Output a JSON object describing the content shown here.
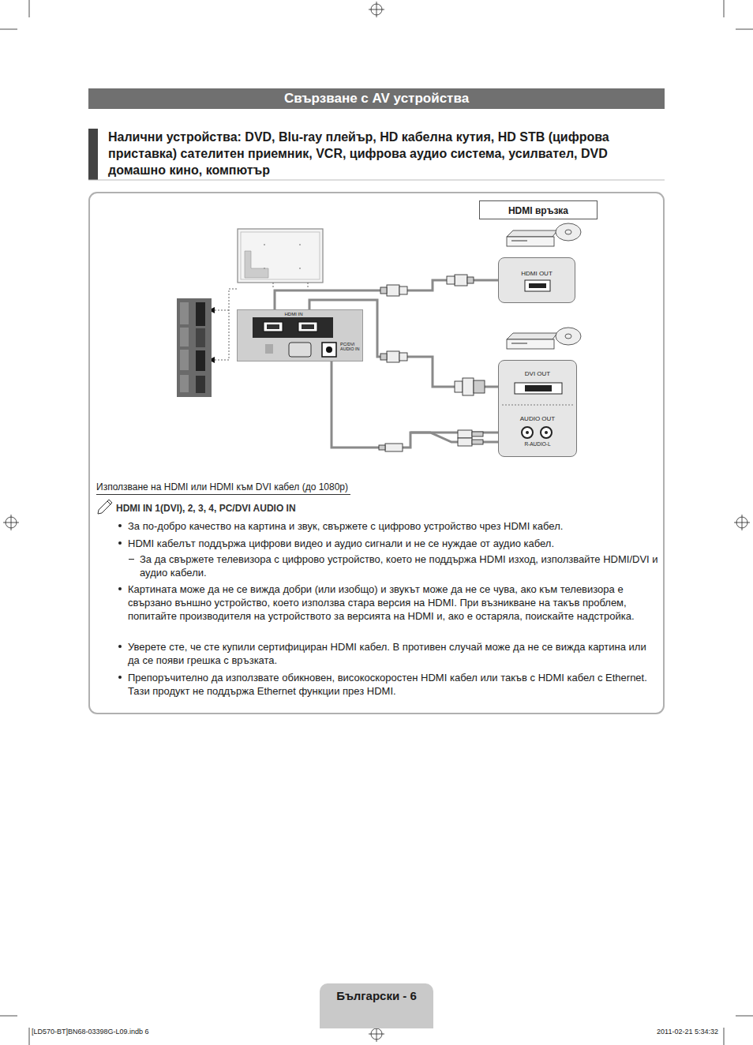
{
  "diagram": {
    "title": "Свързване с AV устройства",
    "nodes": [
      {
        "text": [
          "HDMI връзка"
        ]
      },
      {
        "text": [
          "HDMI IN",
          "PC/DVI AUDIO IN"
        ]
      },
      {
        "text": [
          "HDMI OUT"
        ]
      },
      {
        "text": [
          "DVI OUT",
          "AUDIO OUT",
          "R-AUDIO-L"
        ]
      }
    ],
    "edges": [
      {
        "from": 2,
        "to": 1,
        "arrow": "none"
      },
      {
        "from": 3,
        "to": 1,
        "arrow": "none"
      },
      {
        "from": 3,
        "to": 1,
        "arrow": "none"
      }
    ],
    "labels": [
      "Налични устройства: DVD, Blu-ray плейър, HD кабелна кутия, HD STB (цифрова приставка) сателитен приемник, VCR, цифрова аудио система, усилвател, DVD домашно кино, компютър",
      "Използване на HDMI или HDMI към DVI кабел (до 1080р)",
      "HDMI IN 1(DVI), 2, 3, 4, PC/DVI AUDIO IN",
      "За по-добро качество на картина и звук, свържете с цифрово устройство чрез HDMI кабел.",
      "HDMI кабелът поддържа цифрови видео и аудио сигнали и не се нуждае от аудио кабел.",
      "За да свържете телевизора с цифрово устройство, което не поддържа HDMI изход, използвайте HDMI/DVI и аудио кабели.",
      "Картината може да не се вижда добри (или изобщо) и звукът може да не се чува, ако към телевизора е свързано външно устройство, което използва стара версия на HDMI. При възникване на такъв проблем, попитайте производителя на устройството за версията на HDMI и, ако е остаряла, поискайте надстройка.",
      "Уверете сте, че сте купили сертифициран HDMI кабел.  В противен случай може да не се вижда картина или да се появи грешка с връзката.",
      "Препоръчително да използвате обикновен, високоскоростен HDMI кабел или такъв с HDMI кабел с Ethernet. Тази продукт не поддържа Ethernet функции през HDMI.",
      "Български - 6",
      "[LD570-BT]BN68-03398G-L09.indb 6",
      "2011-02-21 5:34:32"
    ]
  }
}
